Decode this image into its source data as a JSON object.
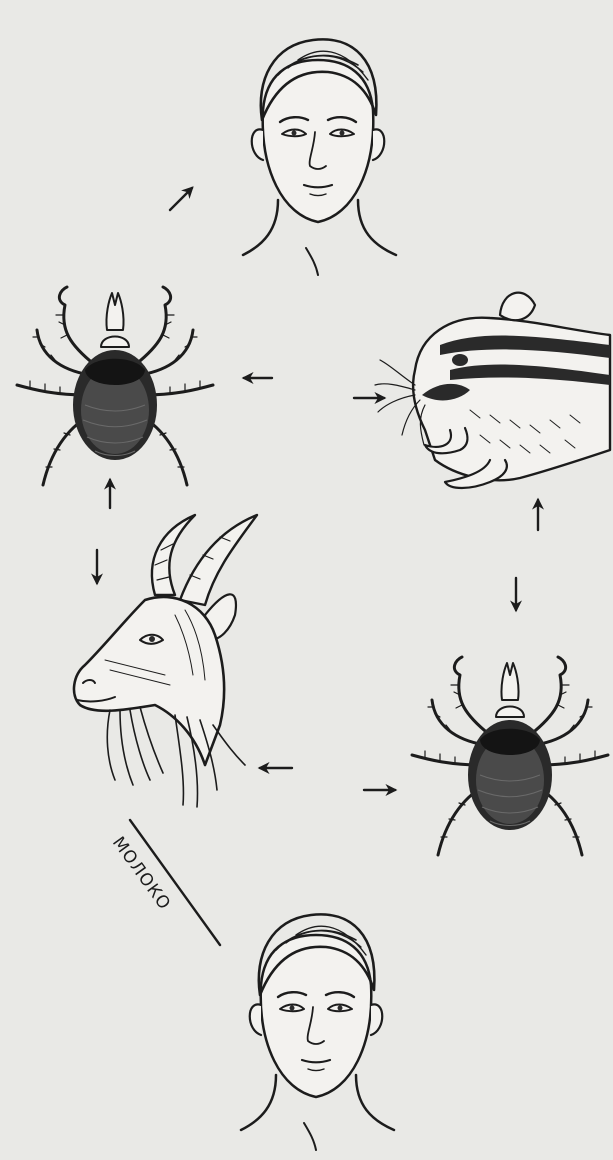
{
  "labels": {
    "milk": "МОЛОКО"
  },
  "nodes": [
    {
      "id": "human-top",
      "icon": "human-head-icon"
    },
    {
      "id": "tick-left",
      "icon": "tick-icon"
    },
    {
      "id": "chipmunk",
      "icon": "chipmunk-icon"
    },
    {
      "id": "goat",
      "icon": "goat-head-icon"
    },
    {
      "id": "tick-right",
      "icon": "tick-icon"
    },
    {
      "id": "human-bottom",
      "icon": "human-head-icon"
    }
  ],
  "edges": [
    {
      "from": "tick-left",
      "to": "human-top"
    },
    {
      "from": "chipmunk",
      "to": "tick-left"
    },
    {
      "from": "tick-left",
      "to": "chipmunk"
    },
    {
      "from": "goat",
      "to": "tick-left"
    },
    {
      "from": "tick-left",
      "to": "goat"
    },
    {
      "from": "tick-right",
      "to": "chipmunk"
    },
    {
      "from": "chipmunk",
      "to": "tick-right"
    },
    {
      "from": "tick-right",
      "to": "goat"
    },
    {
      "from": "goat",
      "to": "tick-right"
    },
    {
      "from": "goat",
      "to": "human-bottom",
      "label": "milk"
    }
  ],
  "colors": {
    "paper": "#e9e9e6",
    "ink": "#1c1c1c"
  }
}
